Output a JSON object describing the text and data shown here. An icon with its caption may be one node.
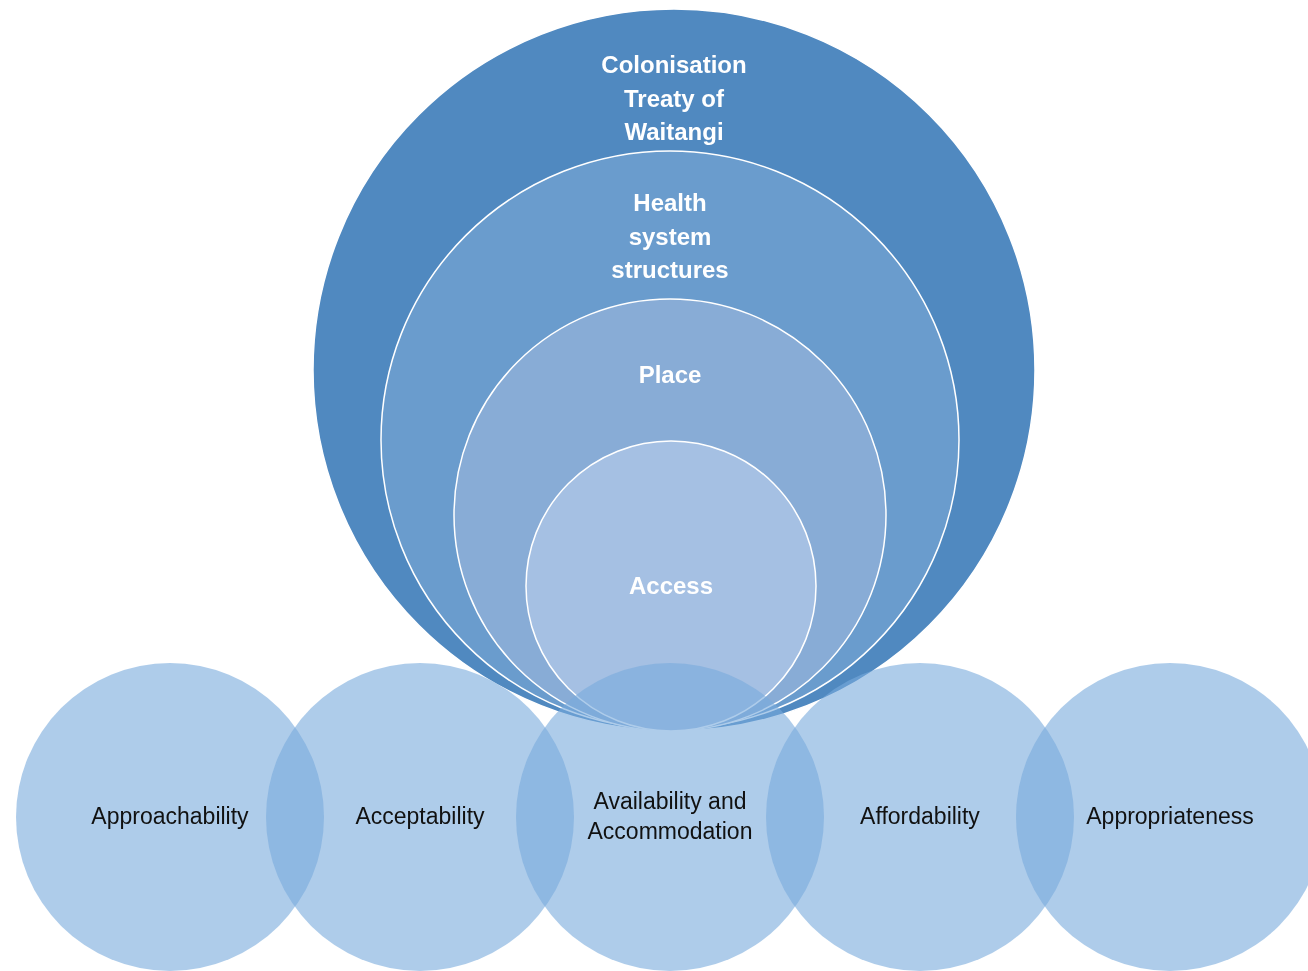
{
  "diagram": {
    "nodes": [
      {
        "text": [
          "Colonisation Treaty of Waitangi"
        ]
      },
      {
        "text": [
          "Health system structures"
        ],
        "in": 0
      },
      {
        "text": [
          "Place"
        ],
        "in": 1
      },
      {
        "text": [
          "Access"
        ],
        "in": 2
      },
      {
        "text": [
          "Approachability"
        ]
      },
      {
        "text": [
          "Acceptability"
        ]
      },
      {
        "text": [
          "Availability and Accommodation"
        ]
      },
      {
        "text": [
          "Affordability"
        ]
      },
      {
        "text": [
          "Appropriateness"
        ]
      }
    ],
    "edges": []
  }
}
